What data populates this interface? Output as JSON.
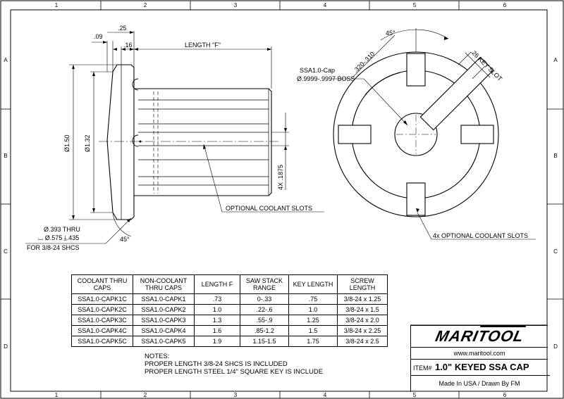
{
  "grid": {
    "columns": [
      "1",
      "2",
      "3",
      "4",
      "5",
      "6"
    ],
    "rows": [
      "A",
      "B",
      "C",
      "D"
    ]
  },
  "side_view": {
    "dim_09": ".09",
    "dim_25": ".25",
    "dim_16": ".16",
    "length_f": "LENGTH \"F\"",
    "dia_150": "Ø1.50",
    "dia_132": "Ø1.32",
    "slot_width": "4X .1875",
    "coolant_label": "OPTIONAL COOLANT SLOTS",
    "hole_line1": "Ø.393 THRU",
    "hole_line2": "⌴ Ø.575 ⤓.435",
    "hole_line3": "FOR 3/8-24 SHCS",
    "chamfer_angle": "45°"
  },
  "front_view": {
    "angle": "45°",
    "key_dim": ".320-.310",
    "cap_label": "SSA1.0-Cap",
    "boss_label": "Ø.9999-.9997 BOSS",
    "key_slot": ".26 KEY SLOT",
    "coolant_label": "4x OPTIONAL COOLANT SLOTS"
  },
  "table": {
    "headers": [
      [
        "COOLANT THRU",
        "CAPS"
      ],
      [
        "NON-COOLANT",
        "THRU CAPS"
      ],
      [
        "LENGTH F",
        ""
      ],
      [
        "SAW STACK",
        "RANGE"
      ],
      [
        "KEY LENGTH",
        ""
      ],
      [
        "SCREW",
        "LENGTH"
      ]
    ],
    "rows": [
      [
        "SSA1.0-CAPK1C",
        "SSA1.0-CAPK1",
        ".73",
        "0-.33",
        ".75",
        "3/8-24 x 1.25"
      ],
      [
        "SSA1.0-CAPK2C",
        "SSA1.0-CAPK2",
        "1.0",
        ".22-.6",
        "1.0",
        "3/8-24 x 1.5"
      ],
      [
        "SSA1.0-CAPK3C",
        "SSA1.0-CAPK3",
        "1.3",
        ".55-.9",
        "1.25",
        "3/8-24 x 2.0"
      ],
      [
        "SSA1.0-CAPK4C",
        "SSA1.0-CAPK4",
        "1.6",
        ".85-1.2",
        "1.5",
        "3/8-24 x 2.25"
      ],
      [
        "SSA1.0-CAPK5C",
        "SSA1.0-CAPK5",
        "1.9",
        "1.15-1.5",
        "1.75",
        "3/8-24 x 2.5"
      ]
    ]
  },
  "notes": {
    "title": "NOTES:",
    "line1": "PROPER LENGTH 3/8-24 SHCS IS INCLUDED",
    "line2": "PROPER LENGTH STEEL 1/4\" SQUARE KEY IS INCLUDE"
  },
  "title_block": {
    "logo_a": "MARI",
    "logo_b": "TOOL",
    "website": "www.maritool.com",
    "item_label": "ITEM#",
    "item_value": "1.0\" KEYED SSA CAP",
    "made": "Made In USA / Drawn By FM"
  }
}
